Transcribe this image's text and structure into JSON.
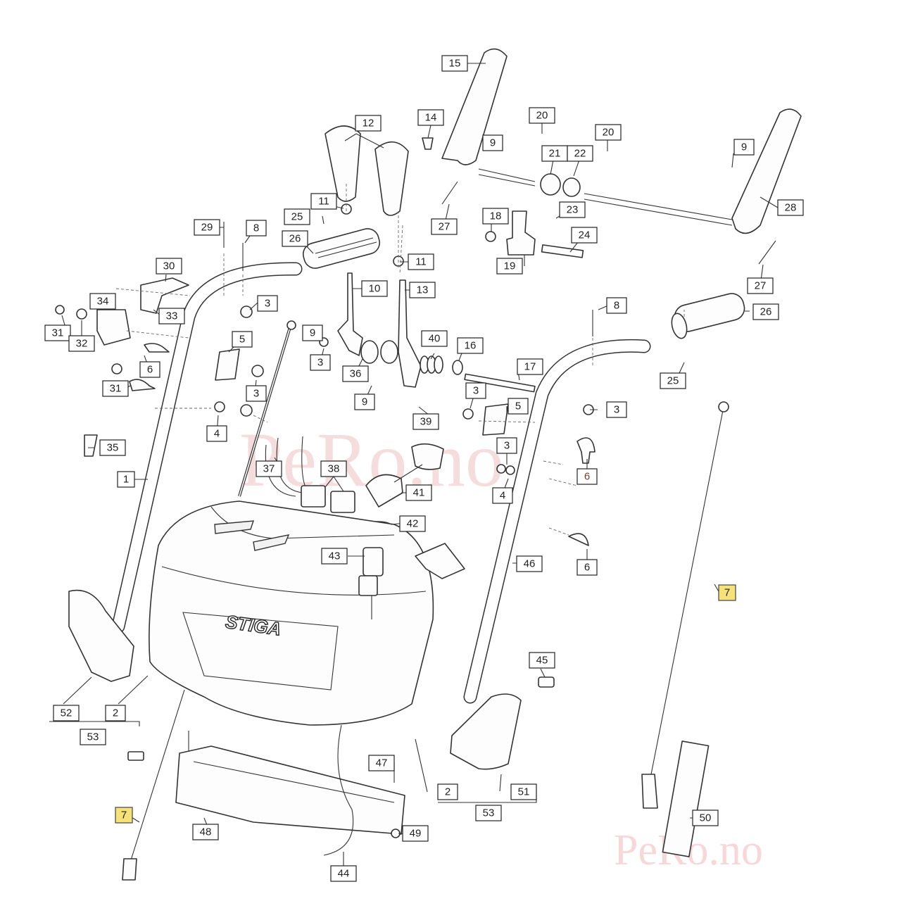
{
  "brand_text": "STIGA",
  "watermarks": [
    "PeRo.no",
    "PeRo.no"
  ],
  "highlight_color": "#f7e27a",
  "callouts": [
    "1",
    "2",
    "2",
    "3",
    "3",
    "3",
    "3",
    "3",
    "3",
    "3",
    "4",
    "4",
    "5",
    "5",
    "6",
    "6",
    "6",
    "6",
    "7",
    "7",
    "8",
    "8",
    "9",
    "9",
    "9",
    "9",
    "10",
    "11",
    "11",
    "12",
    "13",
    "14",
    "15",
    "16",
    "17",
    "18",
    "19",
    "20",
    "20",
    "21",
    "22",
    "23",
    "24",
    "25",
    "25",
    "26",
    "26",
    "27",
    "27",
    "28",
    "29",
    "30",
    "31",
    "31",
    "32",
    "33",
    "34",
    "35",
    "36",
    "37",
    "38",
    "39",
    "40",
    "41",
    "42",
    "43",
    "44",
    "45",
    "46",
    "47",
    "48",
    "49",
    "50",
    "51",
    "52",
    "53",
    "53"
  ]
}
